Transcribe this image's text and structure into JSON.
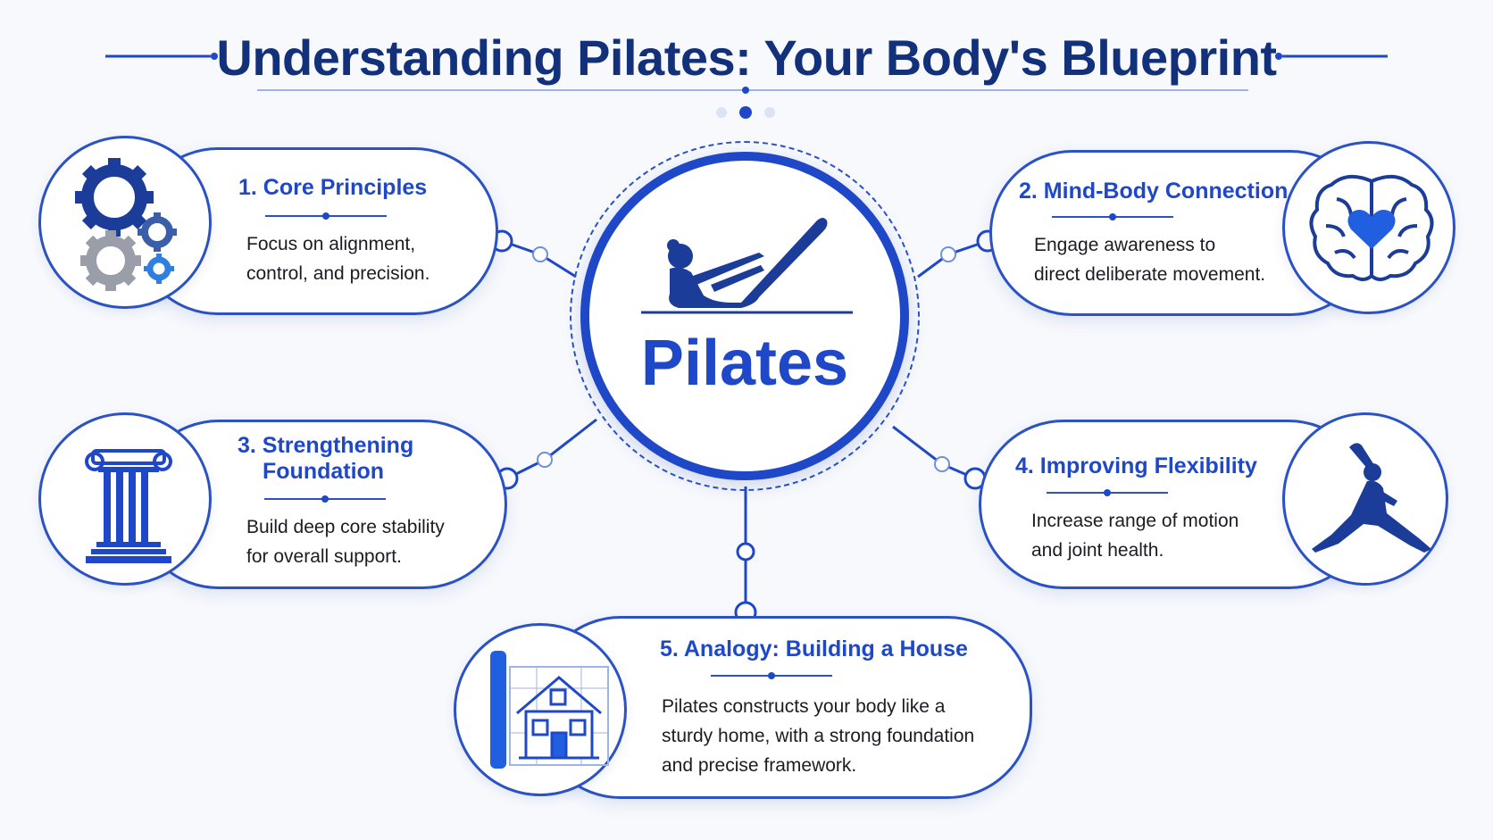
{
  "header": {
    "title": "Understanding Pilates: Your Body's Blueprint"
  },
  "center": {
    "label": "Pilates",
    "icon": "pilates-pose-icon"
  },
  "cards": [
    {
      "title": "1. Core Principles",
      "description_lines": [
        "Focus on alignment,",
        "control, and precision."
      ],
      "icon": "gears-icon"
    },
    {
      "title": "2. Mind-Body Connection",
      "description_lines": [
        "Engage awareness to",
        "direct deliberate movement."
      ],
      "icon": "brain-heart-icon"
    },
    {
      "title_lines": [
        "3. Strengthening",
        "Foundation"
      ],
      "description_lines": [
        "Build deep core stability",
        "for overall support."
      ],
      "icon": "column-icon"
    },
    {
      "title": "4. Improving Flexibility",
      "description_lines": [
        "Increase range of motion",
        "and joint health."
      ],
      "icon": "stretch-pose-icon"
    },
    {
      "title": "5. Analogy: Building a House",
      "description_lines": [
        "Pilates constructs your body like a",
        "sturdy home, with a strong foundation",
        "and precise framework."
      ],
      "icon": "house-blueprint-icon"
    }
  ],
  "colors": {
    "accent": "#1f48c8",
    "dark_navy": "#13307a",
    "border": "#2b52c4",
    "background": "#f7f9fd"
  }
}
